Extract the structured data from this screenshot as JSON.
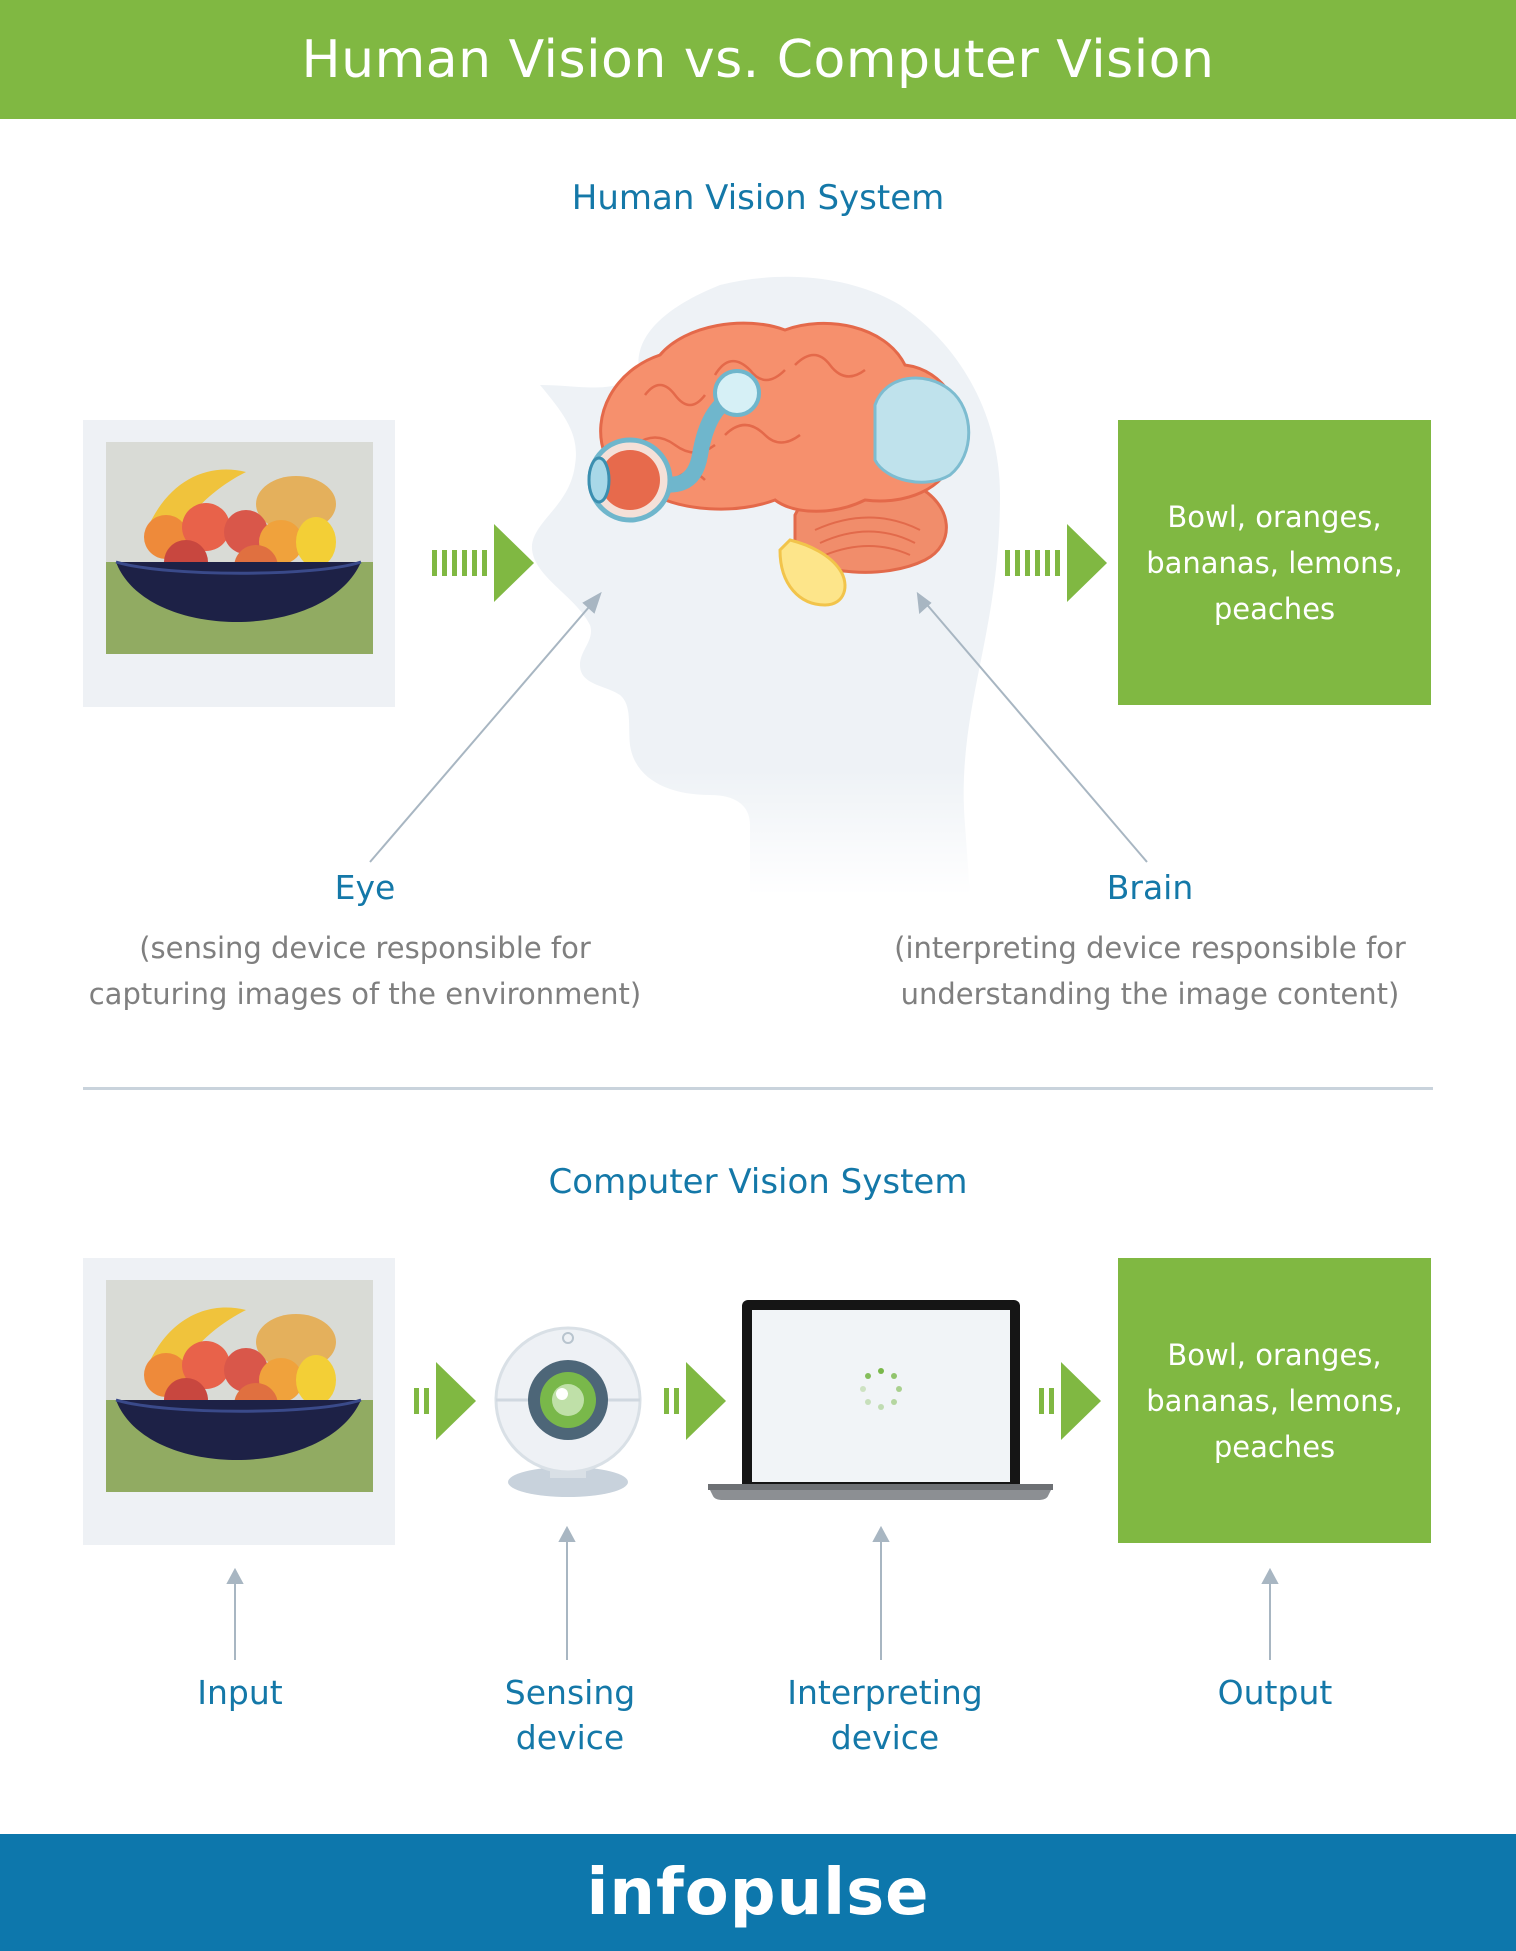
{
  "header": {
    "title": "Human Vision vs. Computer Vision"
  },
  "human_section": {
    "title": "Human Vision System",
    "output_lines": [
      "Bowl, oranges,",
      "bananas, lemons,",
      "peaches"
    ],
    "eye": {
      "label": "Eye",
      "description_lines": [
        "(sensing device responsible for",
        "capturing images of the environment)"
      ]
    },
    "brain": {
      "label": "Brain",
      "description_lines": [
        "(interpreting device responsible for",
        "understanding the image content)"
      ]
    }
  },
  "computer_section": {
    "title": "Computer Vision System",
    "output_lines": [
      "Bowl, oranges,",
      "bananas, lemons,",
      "peaches"
    ],
    "labels": {
      "input": "Input",
      "sensing_device": [
        "Sensing",
        "device"
      ],
      "interpreting_device": [
        "Interpreting",
        "device"
      ],
      "output": "Output"
    }
  },
  "footer": {
    "logo": "infopulse"
  },
  "colors": {
    "green": "#80b842",
    "blue": "#0d77ac",
    "text_blue": "#1478a8",
    "gray": "#7f7f7f"
  }
}
